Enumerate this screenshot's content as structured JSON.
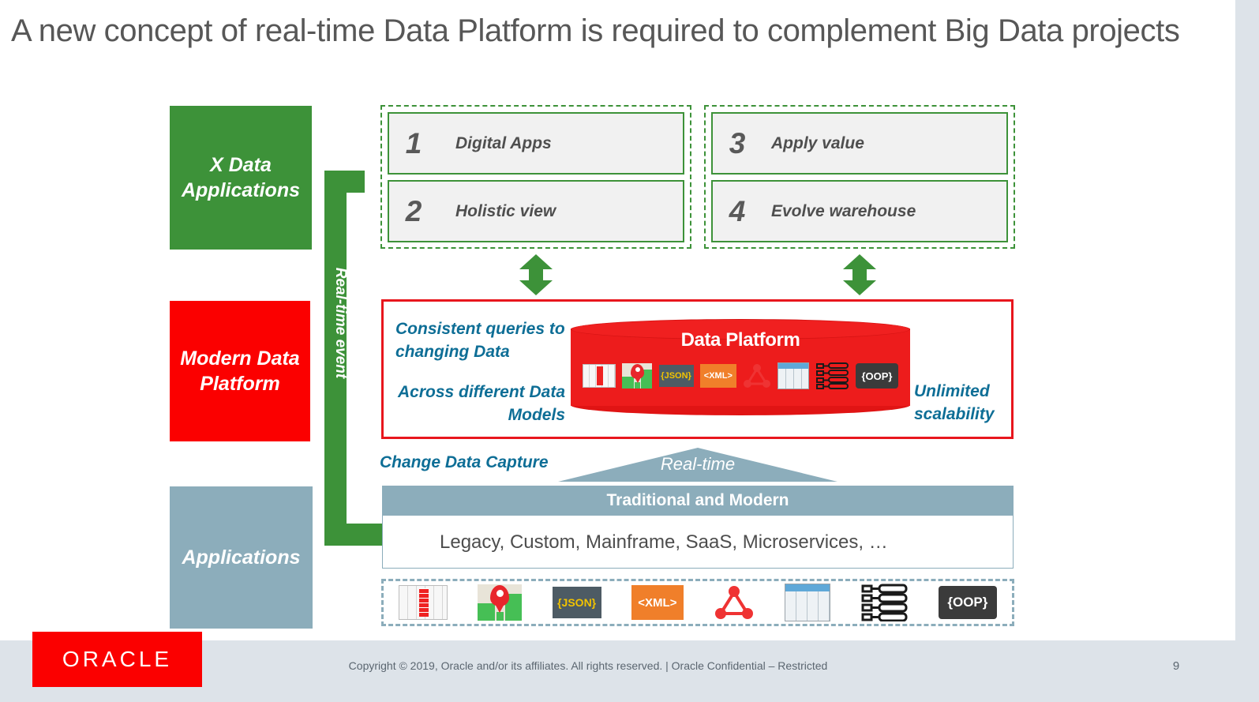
{
  "slide": {
    "title": "A new concept of real-time Data Platform is required to complement Big Data projects",
    "page_number": "9"
  },
  "colors": {
    "green": "#3d9239",
    "red": "#fb0000",
    "cylinder_red": "#ed1c1c",
    "blue_gray": "#8cadbb",
    "teal_text": "#0e6e96",
    "title_gray": "#575757",
    "footer_bg": "#dde3e9"
  },
  "left_column": {
    "boxes": [
      {
        "id": "x-data-applications",
        "label": "X Data Applications",
        "color": "#3d9239"
      },
      {
        "id": "modern-data-platform",
        "label": "Modern Data Platform",
        "color": "#fb0000"
      },
      {
        "id": "applications",
        "label": "Applications",
        "color": "#8cadbb"
      }
    ]
  },
  "realtime_arrow": {
    "label": "Real-time event"
  },
  "numbered_groups": [
    {
      "id": "group-left",
      "items": [
        {
          "number": "1",
          "label": "Digital Apps"
        },
        {
          "number": "2",
          "label": "Holistic view"
        }
      ]
    },
    {
      "id": "group-right",
      "items": [
        {
          "number": "3",
          "label": "Apply value"
        },
        {
          "number": "4",
          "label": "Evolve warehouse"
        }
      ]
    }
  ],
  "platform_panel": {
    "cylinder_title": "Data Platform",
    "left_text_top": "Consistent queries to changing Data",
    "left_text_bottom": "Across different Data Models",
    "right_text": "Unlimited scalability",
    "data_model_icons": [
      {
        "name": "relational-table-icon",
        "label": ""
      },
      {
        "name": "spatial-map-pin-icon",
        "label": ""
      },
      {
        "name": "json-icon",
        "label": "{JSON}"
      },
      {
        "name": "xml-icon",
        "label": "<XML>"
      },
      {
        "name": "graph-icon",
        "label": ""
      },
      {
        "name": "spatial-grid-icon",
        "label": ""
      },
      {
        "name": "key-value-icon",
        "label": ""
      },
      {
        "name": "oop-icon",
        "label": "{OOP}"
      }
    ]
  },
  "middle_labels": {
    "change_data_capture": "Change Data Capture",
    "real_time": "Real-time"
  },
  "applications_band": {
    "header": "Traditional and Modern",
    "body": "Legacy, Custom, Mainframe, SaaS, Microservices, …"
  },
  "bottom_icons": [
    {
      "name": "relational-table-icon",
      "label": ""
    },
    {
      "name": "spatial-map-pin-icon",
      "label": ""
    },
    {
      "name": "json-icon",
      "label": "{JSON}"
    },
    {
      "name": "xml-icon",
      "label": "<XML>"
    },
    {
      "name": "graph-icon",
      "label": ""
    },
    {
      "name": "spatial-grid-icon",
      "label": ""
    },
    {
      "name": "key-value-icon",
      "label": ""
    },
    {
      "name": "oop-icon",
      "label": "{OOP}"
    }
  ],
  "footer": {
    "logo_text": "ORACLE",
    "copyright": "Copyright © 2019, Oracle and/or its affiliates. All rights reserved.  |  Oracle Confidential – Restricted",
    "page": "9"
  }
}
